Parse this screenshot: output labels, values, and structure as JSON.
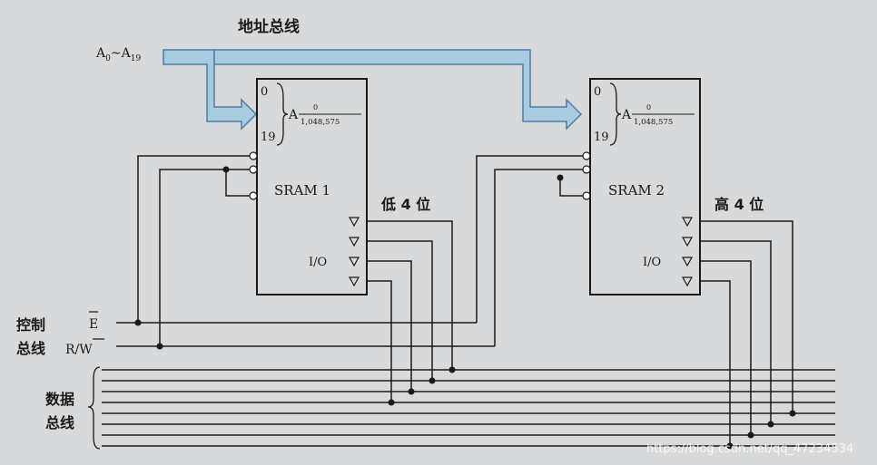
{
  "address_bus": {
    "title": "地址总线",
    "signal": "A",
    "sub_start": "0",
    "range_sep": "~",
    "sub_end": "19"
  },
  "sram1": {
    "name": "SRAM 1",
    "addr_top": "0",
    "addr_bottom": "19",
    "addr_letter": "A",
    "range_top": "0",
    "range_bottom": "1,048,575",
    "io_label": "I/O",
    "side_label": "低 4 位"
  },
  "sram2": {
    "name": "SRAM 2",
    "addr_top": "0",
    "addr_bottom": "19",
    "addr_letter": "A",
    "range_top": "0",
    "range_bottom": "1,048,575",
    "io_label": "I/O",
    "side_label": "高 4 位"
  },
  "control_bus": {
    "label_line1": "控制",
    "label_line2": "总线",
    "e_signal": "E",
    "rw_signal": "R/W"
  },
  "data_bus": {
    "label_line1": "数据",
    "label_line2": "总线"
  },
  "watermark": "https://blog.csdn.net/qq_47234534",
  "colors": {
    "bus_fill": "#a8cbe0",
    "bus_stroke": "#4a7ca8",
    "line": "#1a1a1a",
    "background": "#d8d9da"
  }
}
